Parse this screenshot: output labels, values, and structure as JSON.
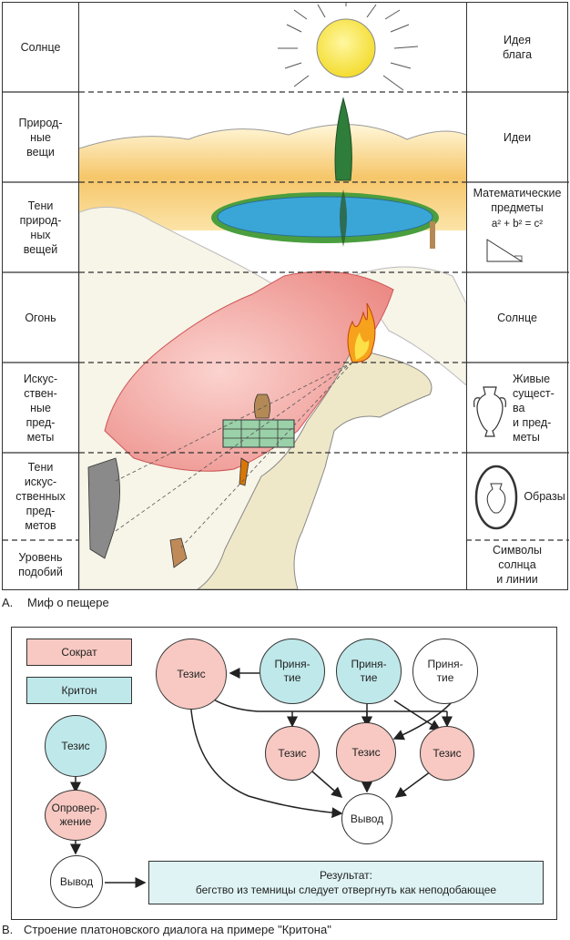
{
  "figure_a": {
    "caption_letter": "А.",
    "caption": "Миф о пещере",
    "left_labels": [
      "Солнце",
      "Природ-\nные\nвещи",
      "Тени\nприрод-\nных\nвещей",
      "Огонь",
      "Искус-\nствен-\nные\nпред-\nметы",
      "Тени\nискус-\nственных\nпред-\nметов",
      "Уровень\nподобий"
    ],
    "right_labels": [
      "Идея\nблага",
      "Идеи",
      "Математические\nпредметы",
      "Солнце",
      "Живые\nсущест-\nва\nи пред-\nметы",
      "Образы",
      "Символы\nсолнца\nи линии"
    ],
    "formula": "a² + b² = c²"
  },
  "figure_b": {
    "caption_letter": "В.",
    "caption": "Строение платоновского диалога на примере \"Критона\"",
    "legend": [
      {
        "label": "Сократ",
        "color": "#f7c9c2"
      },
      {
        "label": "Критон",
        "color": "#bfe8ea"
      }
    ],
    "nodes": {
      "thesis_top": "Тезис",
      "accept1": "Приня-\nтие",
      "accept2": "Приня-\nтие",
      "accept3": "Приня-\nтие",
      "thesis_a": "Тезис",
      "thesis_b": "Тезис",
      "thesis_c": "Тезис",
      "conclusion_mid": "Вывод",
      "thesis_left": "Тезис",
      "refutation": "Опровер-\nжение",
      "conclusion_left": "Вывод"
    },
    "result_title": "Результат:",
    "result_text": "бегство из темницы следует отвергнуть как неподобающее"
  },
  "colors": {
    "socrates": "#f7c9c2",
    "crito": "#bfe8ea",
    "result_bg": "#dff3f4",
    "sun": "#f7e64a",
    "water": "#3aa6d8",
    "cave_red": "#ef8f8a",
    "rock": "#efe8c8"
  }
}
